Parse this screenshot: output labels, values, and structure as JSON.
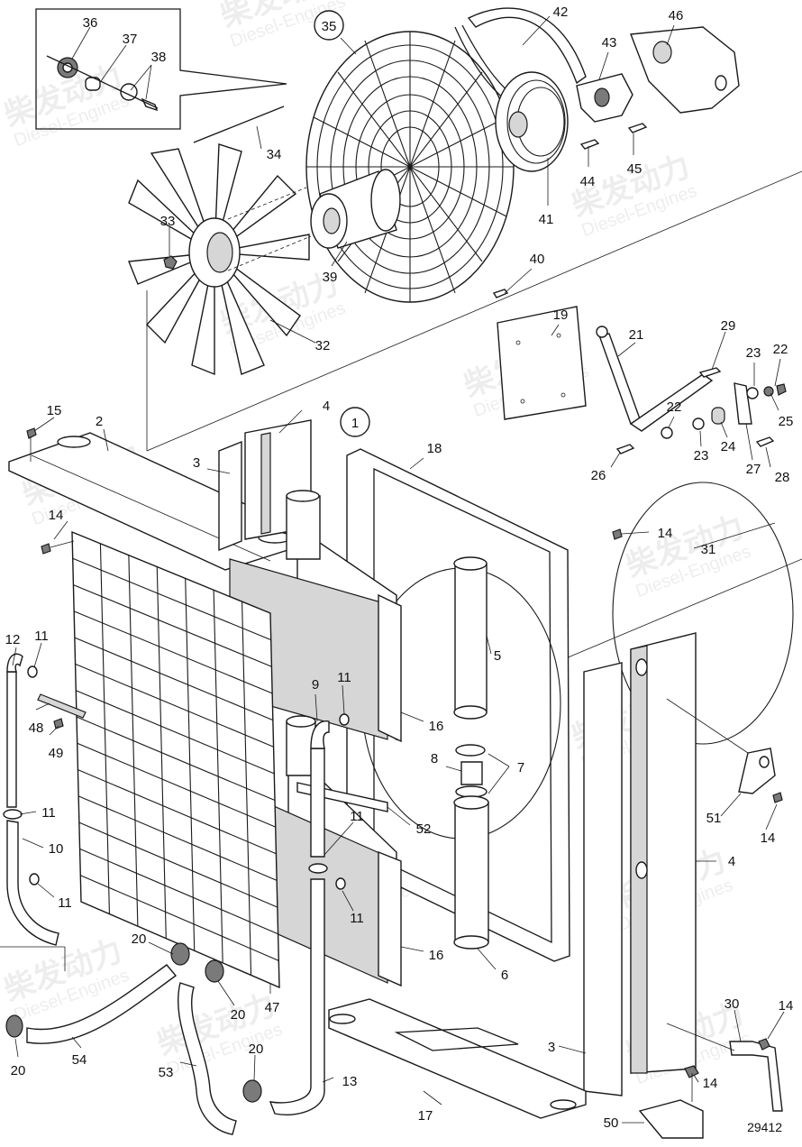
{
  "figure_number": "29412",
  "watermark": {
    "brand": "柴发动力",
    "sub": "Diesel-Engines"
  },
  "callouts": [
    {
      "id": "c1",
      "text": "1",
      "circled": true
    },
    {
      "id": "c2",
      "text": "2"
    },
    {
      "id": "c3a",
      "text": "3"
    },
    {
      "id": "c3b",
      "text": "3"
    },
    {
      "id": "c4a",
      "text": "4"
    },
    {
      "id": "c4b",
      "text": "4"
    },
    {
      "id": "c5",
      "text": "5"
    },
    {
      "id": "c6",
      "text": "6"
    },
    {
      "id": "c7",
      "text": "7"
    },
    {
      "id": "c8",
      "text": "8"
    },
    {
      "id": "c9",
      "text": "9"
    },
    {
      "id": "c10",
      "text": "10"
    },
    {
      "id": "c11a",
      "text": "11"
    },
    {
      "id": "c11b",
      "text": "11"
    },
    {
      "id": "c11c",
      "text": "11"
    },
    {
      "id": "c11d",
      "text": "11"
    },
    {
      "id": "c11e",
      "text": "11"
    },
    {
      "id": "c11f",
      "text": "11"
    },
    {
      "id": "c12",
      "text": "12"
    },
    {
      "id": "c13",
      "text": "13"
    },
    {
      "id": "c14a",
      "text": "14"
    },
    {
      "id": "c14b",
      "text": "14"
    },
    {
      "id": "c14c",
      "text": "14"
    },
    {
      "id": "c14d",
      "text": "14"
    },
    {
      "id": "c14e",
      "text": "14"
    },
    {
      "id": "c15",
      "text": "15"
    },
    {
      "id": "c16a",
      "text": "16"
    },
    {
      "id": "c16b",
      "text": "16"
    },
    {
      "id": "c17",
      "text": "17"
    },
    {
      "id": "c18",
      "text": "18"
    },
    {
      "id": "c19",
      "text": "19"
    },
    {
      "id": "c20a",
      "text": "20"
    },
    {
      "id": "c20b",
      "text": "20"
    },
    {
      "id": "c20c",
      "text": "20"
    },
    {
      "id": "c20d",
      "text": "20"
    },
    {
      "id": "c21",
      "text": "21"
    },
    {
      "id": "c22a",
      "text": "22"
    },
    {
      "id": "c22b",
      "text": "22"
    },
    {
      "id": "c23a",
      "text": "23"
    },
    {
      "id": "c23b",
      "text": "23"
    },
    {
      "id": "c24",
      "text": "24"
    },
    {
      "id": "c25",
      "text": "25"
    },
    {
      "id": "c26",
      "text": "26"
    },
    {
      "id": "c27",
      "text": "27"
    },
    {
      "id": "c28",
      "text": "28"
    },
    {
      "id": "c29",
      "text": "29"
    },
    {
      "id": "c30",
      "text": "30"
    },
    {
      "id": "c31",
      "text": "31"
    },
    {
      "id": "c32",
      "text": "32"
    },
    {
      "id": "c33",
      "text": "33"
    },
    {
      "id": "c34",
      "text": "34"
    },
    {
      "id": "c35",
      "text": "35",
      "circled": true
    },
    {
      "id": "c36",
      "text": "36"
    },
    {
      "id": "c37",
      "text": "37"
    },
    {
      "id": "c38",
      "text": "38"
    },
    {
      "id": "c39",
      "text": "39"
    },
    {
      "id": "c40",
      "text": "40"
    },
    {
      "id": "c41",
      "text": "41"
    },
    {
      "id": "c42",
      "text": "42"
    },
    {
      "id": "c43",
      "text": "43"
    },
    {
      "id": "c44",
      "text": "44"
    },
    {
      "id": "c45",
      "text": "45"
    },
    {
      "id": "c46",
      "text": "46"
    },
    {
      "id": "c47",
      "text": "47"
    },
    {
      "id": "c48",
      "text": "48"
    },
    {
      "id": "c49",
      "text": "49"
    },
    {
      "id": "c50",
      "text": "50"
    },
    {
      "id": "c51",
      "text": "51"
    },
    {
      "id": "c52",
      "text": "52"
    },
    {
      "id": "c53",
      "text": "53"
    },
    {
      "id": "c54",
      "text": "54"
    }
  ]
}
